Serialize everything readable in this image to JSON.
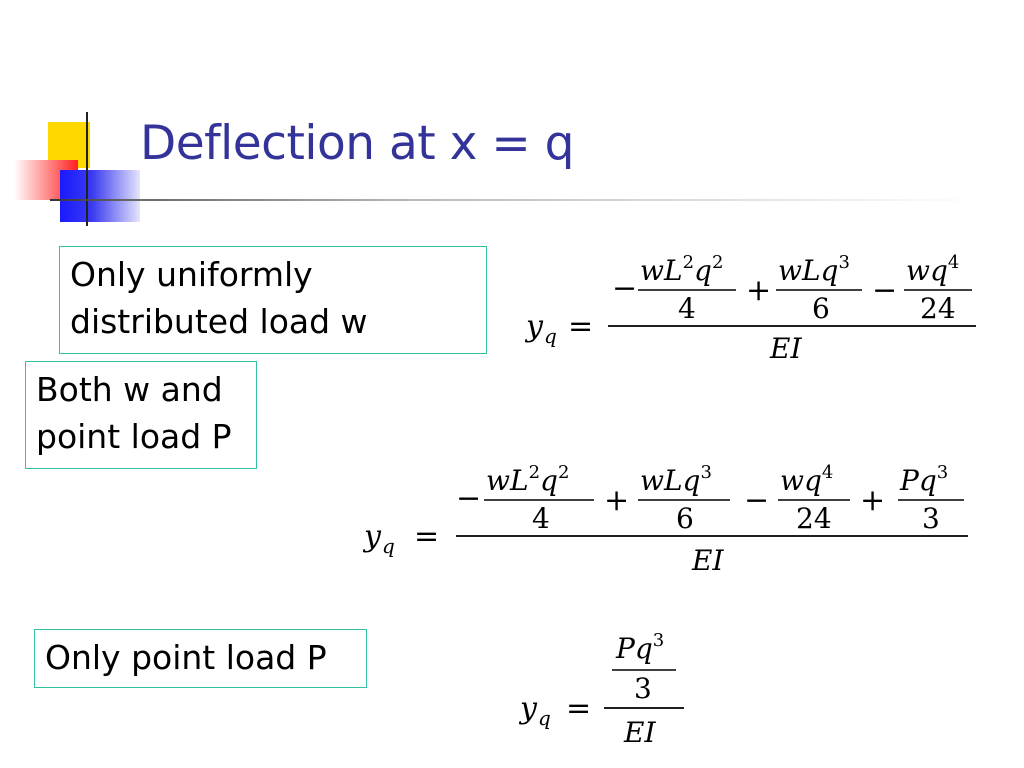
{
  "slide": {
    "title": "Deflection at x = q",
    "box1": {
      "line1": "Only uniformly",
      "line2": "distributed load w"
    },
    "box2": {
      "line1": "Both w and",
      "line2": "point load P"
    },
    "box3": {
      "line1": "Only point load P"
    }
  },
  "equations": {
    "eq1": {
      "lhs": "y",
      "lhs_sub": "q",
      "num_terms": [
        "wL²q²/4",
        "wLq³/6",
        "wq⁴/24"
      ],
      "denominator": "EI"
    },
    "eq2": {
      "lhs": "y",
      "lhs_sub": "q",
      "num_terms": [
        "wL²q²/4",
        "wLq³/6",
        "wq⁴/24",
        "Pq³/3"
      ],
      "denominator": "EI"
    },
    "eq3": {
      "lhs": "y",
      "lhs_sub": "q",
      "num_terms": [
        "Pq³/3"
      ],
      "denominator": "EI"
    }
  },
  "colors": {
    "title": "#333399",
    "box_border": "#33c3a0",
    "accent_yellow": "#ffd800",
    "accent_red": "#ff2020",
    "accent_blue": "#1a1aff"
  }
}
